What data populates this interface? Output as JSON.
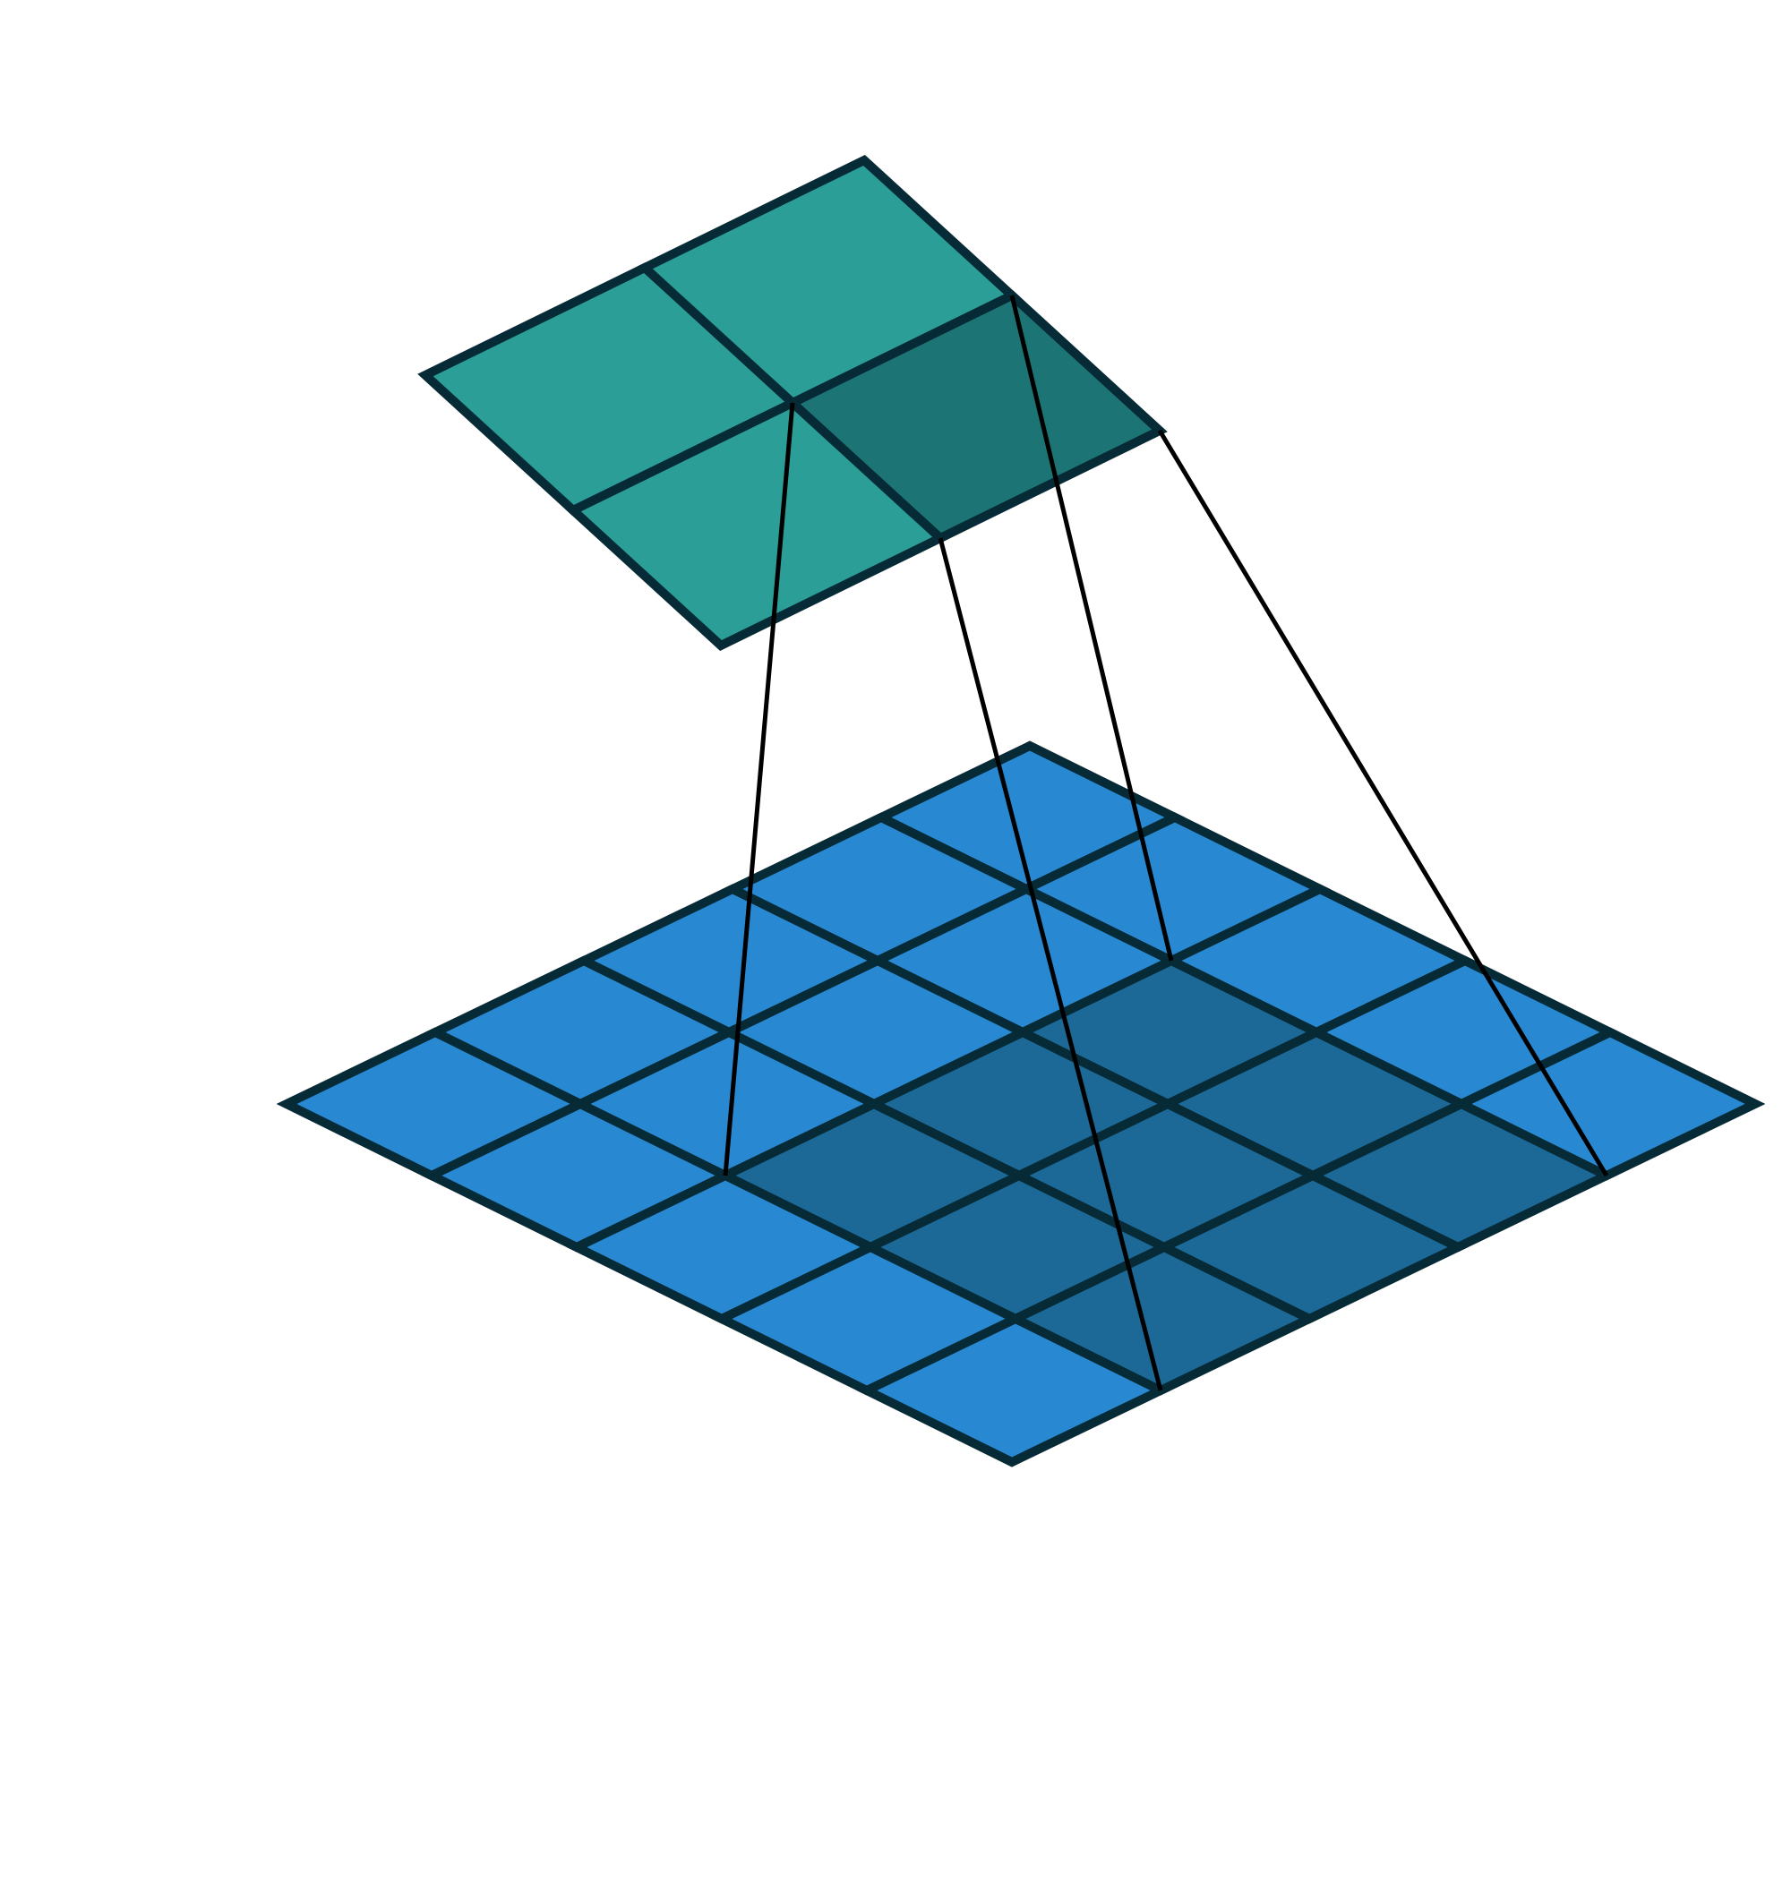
{
  "diagram": {
    "kind": "convolution-receptive-field",
    "input_grid": {
      "rows": 5,
      "cols": 5,
      "highlighted_cells": [
        [
          1,
          2
        ],
        [
          1,
          3
        ],
        [
          1,
          4
        ],
        [
          2,
          2
        ],
        [
          2,
          3
        ],
        [
          2,
          4
        ],
        [
          3,
          2
        ],
        [
          3,
          3
        ],
        [
          3,
          4
        ]
      ]
    },
    "output_grid": {
      "rows": 2,
      "cols": 2,
      "highlighted_cells": [
        [
          0,
          1
        ]
      ]
    },
    "colors": {
      "background": "#ffffff",
      "input_cell": "#2889d2",
      "input_highlight": "#1c6897",
      "output_cell": "#2b9f97",
      "output_highlight": "#1c7574",
      "grid_stroke": "#062a36",
      "connector_stroke": "#000000"
    }
  }
}
